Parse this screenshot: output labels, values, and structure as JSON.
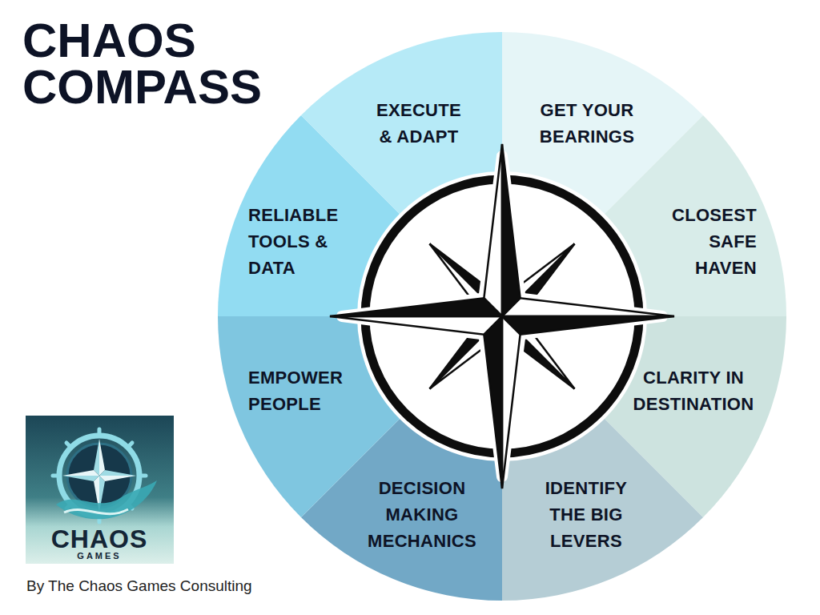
{
  "diagram": {
    "title": "CHAOS COMPASS",
    "nodes": [
      {
        "text": [
          "GET YOUR BEARINGS"
        ]
      },
      {
        "text": [
          "CLOSEST SAFE HAVEN"
        ]
      },
      {
        "text": [
          "CLARITY IN DESTINATION"
        ]
      },
      {
        "text": [
          "IDENTIFY THE BIG LEVERS"
        ]
      },
      {
        "text": [
          "DECISION MAKING MECHANICS"
        ]
      },
      {
        "text": [
          "EMPOWER PEOPLE"
        ]
      },
      {
        "text": [
          "RELIABLE TOOLS & DATA"
        ]
      },
      {
        "text": [
          "EXECUTE & ADAPT"
        ]
      }
    ],
    "labels": [
      "CHAOS",
      "GAMES",
      "By The Chaos Games Consulting"
    ]
  }
}
